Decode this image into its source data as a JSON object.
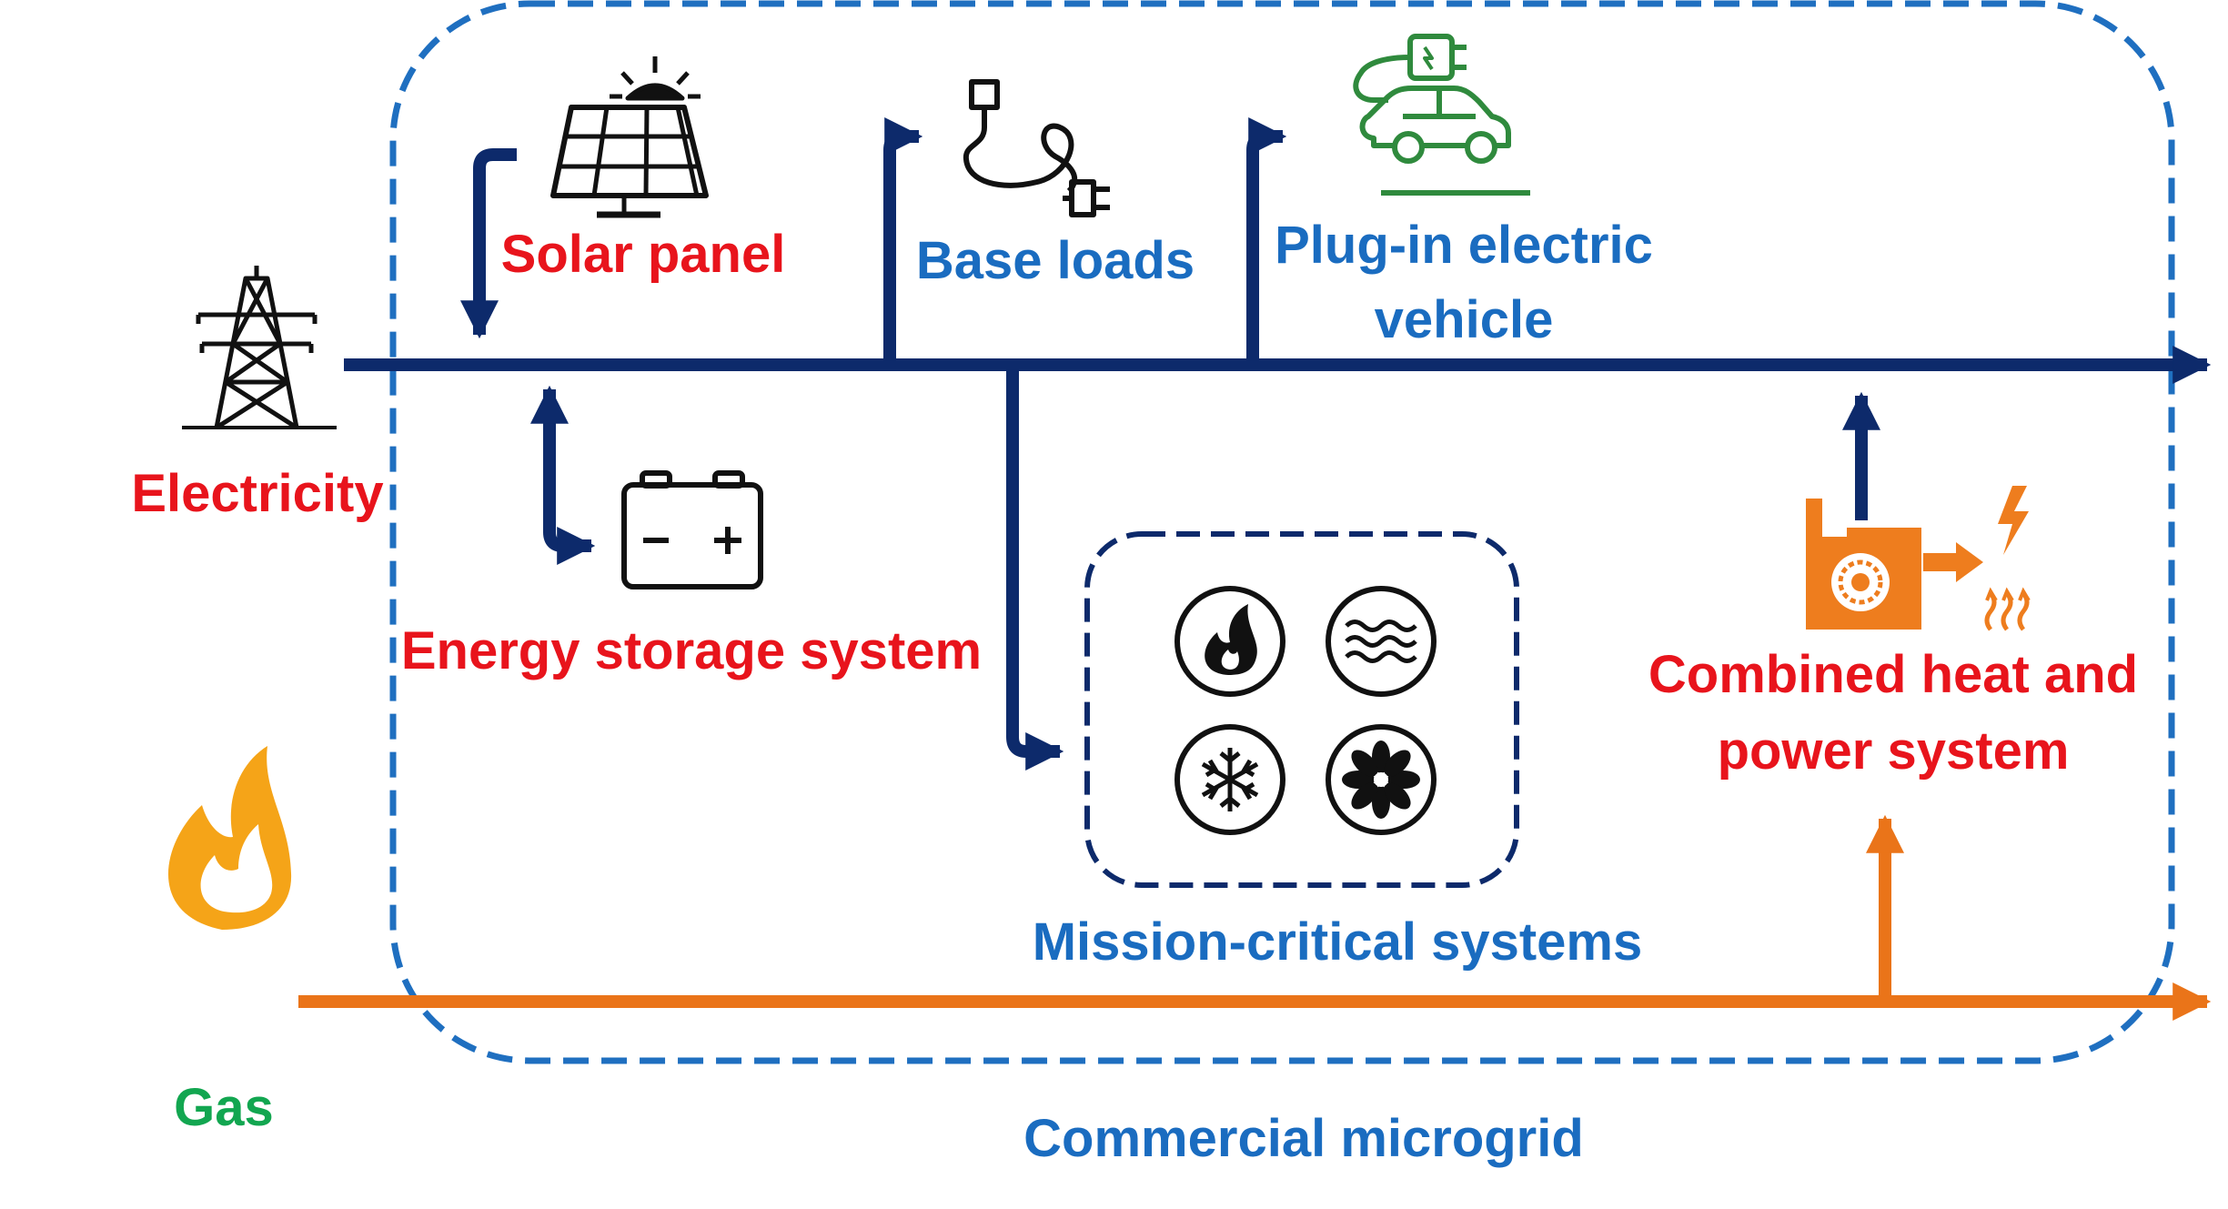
{
  "labels": {
    "electricity": "Electricity",
    "gas": "Gas",
    "solar_panel": "Solar panel",
    "base_loads": "Base loads",
    "ev_line1": "Plug-in electric",
    "ev_line2": "vehicle",
    "energy_storage": "Energy storage system",
    "mission_critical": "Mission-critical systems",
    "chp_line1": "Combined heat and",
    "chp_line2": "power system",
    "commercial_microgrid": "Commercial microgrid"
  },
  "colors": {
    "electric_bus": "#0d2a6b",
    "gas_line": "#ea7419",
    "microgrid_border": "#1f6fc0",
    "label_red": "#e8141c",
    "label_blue": "#1a6cc0",
    "label_green": "#12a650",
    "ev_green": "#2f8a3d",
    "flame_orange": "#f5a418",
    "chp_orange": "#ee7d1e"
  },
  "icons": {
    "transmission_tower": "transmission-tower-icon",
    "gas_flame": "gas-flame-icon",
    "solar_panel": "solar-panel-icon",
    "plug": "plug-cable-icon",
    "ev": "electric-car-charging-icon",
    "battery": "battery-icon",
    "fire": "fire-icon",
    "waves": "waves-icon",
    "snowflake": "snowflake-icon",
    "fan": "fan-icon",
    "chp": "chp-plant-icon"
  }
}
